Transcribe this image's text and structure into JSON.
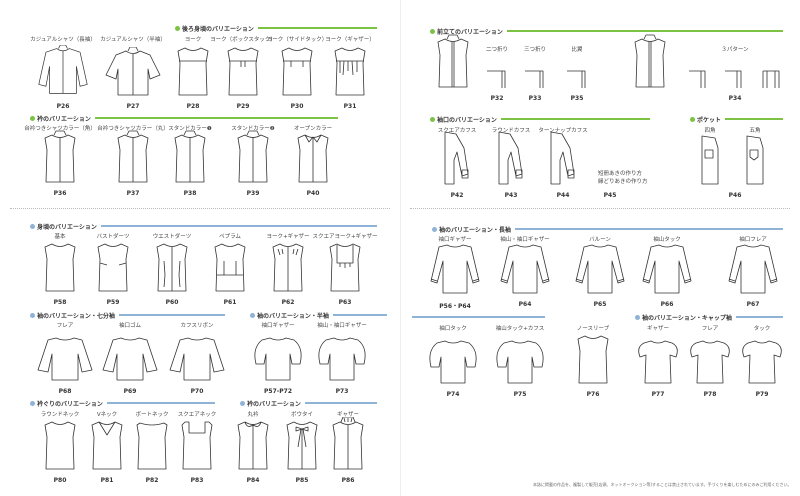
{
  "colors": {
    "green": "#7cc243",
    "blue": "#8fb3d6"
  },
  "sections": {
    "back_yoke": {
      "title": "後ろ身頃のバリエーション",
      "color": "green",
      "items": [
        {
          "label": "カジュアルシャツ（長袖）",
          "page": "P26",
          "shape": "shirt-long"
        },
        {
          "label": "カジュアルシャツ（半袖）",
          "page": "P27",
          "shape": "shirt-short"
        },
        {
          "label": "ヨーク",
          "page": "P28",
          "shape": "yoke"
        },
        {
          "label": "ヨーク（ボックスタック）",
          "page": "P29",
          "shape": "yoke-box"
        },
        {
          "label": "ヨーク（サイドタック）",
          "page": "P30",
          "shape": "yoke-side"
        },
        {
          "label": "ヨーク（ギャザー）",
          "page": "P31",
          "shape": "yoke-gather"
        }
      ]
    },
    "collar": {
      "title": "衿のバリエーション",
      "color": "green",
      "items": [
        {
          "label": "台衿つきシャツカラー（角）",
          "page": "P36",
          "shape": "placket"
        },
        {
          "label": "台衿つきシャツカラー（丸）",
          "page": "P37",
          "shape": "placket"
        },
        {
          "label": "スタンドカラー❶",
          "page": "P38",
          "shape": "placket"
        },
        {
          "label": "スタンドカラー❷",
          "page": "P39",
          "shape": "placket"
        },
        {
          "label": "オープンカラー",
          "page": "P40",
          "shape": "open-collar"
        }
      ]
    },
    "front": {
      "title": "前立てのバリエーション",
      "color": "green",
      "items": [
        {
          "label": "",
          "page": "",
          "shape": "front-placket"
        },
        {
          "label": "二つ折り",
          "page": "P32",
          "shape": "detail"
        },
        {
          "label": "三つ折り",
          "page": "P33",
          "shape": "detail"
        },
        {
          "label": "比翼",
          "page": "P35",
          "shape": "detail"
        },
        {
          "label": "",
          "page": "",
          "shape": "front-placket"
        },
        {
          "label": "３パターン",
          "page": "P34",
          "shape": "detail3"
        }
      ]
    },
    "cuff": {
      "title": "袖口のバリエーション",
      "color": "green",
      "items": [
        {
          "label": "スクエアカフス",
          "page": "P42",
          "shape": "arm"
        },
        {
          "label": "ラウンドカフス",
          "page": "P43",
          "shape": "arm"
        },
        {
          "label": "ターンナップカフス",
          "page": "P44",
          "shape": "arm"
        },
        {
          "label": "",
          "page": "P45",
          "shape": "none",
          "notes": [
            "短冊あきの作り方",
            "縁どりあきの作り方"
          ]
        }
      ]
    },
    "pocket": {
      "title": "ポケット",
      "color": "green",
      "page": "P46",
      "items": [
        {
          "label": "四角",
          "page": "",
          "shape": "pocket-square"
        },
        {
          "label": "五角",
          "page": "",
          "shape": "pocket-pent"
        }
      ]
    },
    "body": {
      "title": "身頃のバリエーション",
      "color": "blue",
      "items": [
        {
          "label": "基本",
          "page": "P58",
          "shape": "sleeveless"
        },
        {
          "label": "バストダーツ",
          "page": "P59",
          "shape": "bust-dart"
        },
        {
          "label": "ウエストダーツ",
          "page": "P60",
          "shape": "waist-dart"
        },
        {
          "label": "ペプラム",
          "page": "P61",
          "shape": "peplum"
        },
        {
          "label": "ヨーク+ギャザー",
          "page": "P62",
          "shape": "yoke-gather-front"
        },
        {
          "label": "スクエアヨーク+ギャザー",
          "page": "P63",
          "shape": "square-yoke"
        }
      ]
    },
    "sleeve_34": {
      "title": "袖のバリエーション・七分袖",
      "color": "blue",
      "items": [
        {
          "label": "フレア",
          "page": "P68",
          "shape": "three-quarter"
        },
        {
          "label": "袖口ゴム",
          "page": "P69",
          "shape": "three-quarter"
        },
        {
          "label": "カフスリボン",
          "page": "P70",
          "shape": "three-quarter"
        }
      ]
    },
    "sleeve_half": {
      "title": "袖のバリエーション・半袖",
      "color": "blue",
      "items": [
        {
          "label": "袖口ギャザー",
          "page": "P57-P72",
          "shape": "puff"
        },
        {
          "label": "袖山・袖口ギャザー",
          "page": "P73",
          "shape": "puff"
        }
      ]
    },
    "neckline": {
      "title": "衿ぐりのバリエーション",
      "color": "blue",
      "items": [
        {
          "label": "ラウンドネック",
          "page": "P80",
          "shape": "sleeveless"
        },
        {
          "label": "Vネック",
          "page": "P81",
          "shape": "v-neck"
        },
        {
          "label": "ボートネック",
          "page": "P82",
          "shape": "boat-neck"
        },
        {
          "label": "スクエアネック",
          "page": "P83",
          "shape": "square-neck"
        }
      ]
    },
    "collar2": {
      "title": "衿のバリエーション",
      "color": "blue",
      "items": [
        {
          "label": "丸衿",
          "page": "P84",
          "shape": "round-collar"
        },
        {
          "label": "ボウタイ",
          "page": "P85",
          "shape": "bowtie"
        },
        {
          "label": "ギャザー",
          "page": "P86",
          "shape": "gather-collar"
        }
      ]
    },
    "sleeve_long": {
      "title": "袖のバリエーション・長袖",
      "color": "blue",
      "items": [
        {
          "label": "袖口ギャザー",
          "page": "P56・P64",
          "shape": "long-sleeve"
        },
        {
          "label": "袖山・袖口ギャザー",
          "page": "P64",
          "shape": "long-sleeve"
        },
        {
          "label": "バルーン",
          "page": "P65",
          "shape": "long-sleeve"
        },
        {
          "label": "袖山タック",
          "page": "P66",
          "shape": "long-sleeve"
        },
        {
          "label": "袖口フレア",
          "page": "P67",
          "shape": "long-sleeve"
        }
      ]
    },
    "sleeve_half2": {
      "title": "",
      "color": "blue",
      "items": [
        {
          "label": "袖口タック",
          "page": "P74",
          "shape": "puff"
        },
        {
          "label": "袖山タック+カフス",
          "page": "P75",
          "shape": "puff"
        },
        {
          "label": "ノースリーブ",
          "page": "P76",
          "shape": "sleeveless"
        }
      ]
    },
    "cap": {
      "title": "袖のバリエーション・キャップ袖",
      "color": "blue",
      "items": [
        {
          "label": "ギャザー",
          "page": "P77",
          "shape": "cap"
        },
        {
          "label": "フレア",
          "page": "P78",
          "shape": "cap"
        },
        {
          "label": "タック",
          "page": "P79",
          "shape": "cap"
        }
      ]
    }
  },
  "footer": "本誌に掲載の作品を、複製して販売(店頭、ネットオークション等)することは禁止されています。手づくりを楽しむためにのみご利用ください。"
}
